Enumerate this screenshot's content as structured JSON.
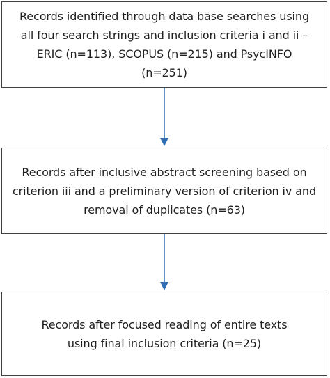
{
  "flowchart": {
    "steps": [
      {
        "text": "Records identified through data base searches using all four search strings and inclusion criteria i and ii – ERIC (n=113), SCOPUS (n=215) and PsycINFO (n=251)"
      },
      {
        "text": "Records after inclusive abstract screening based on criterion iii and a preliminary version of criterion iv and removal of duplicates (n=63)"
      },
      {
        "text": "Records after focused reading of entire texts using final inclusion criteria (n=25)"
      }
    ],
    "colors": {
      "box_border": "#404040",
      "arrow": "#2e6db4",
      "text": "#1f1f1f"
    }
  }
}
